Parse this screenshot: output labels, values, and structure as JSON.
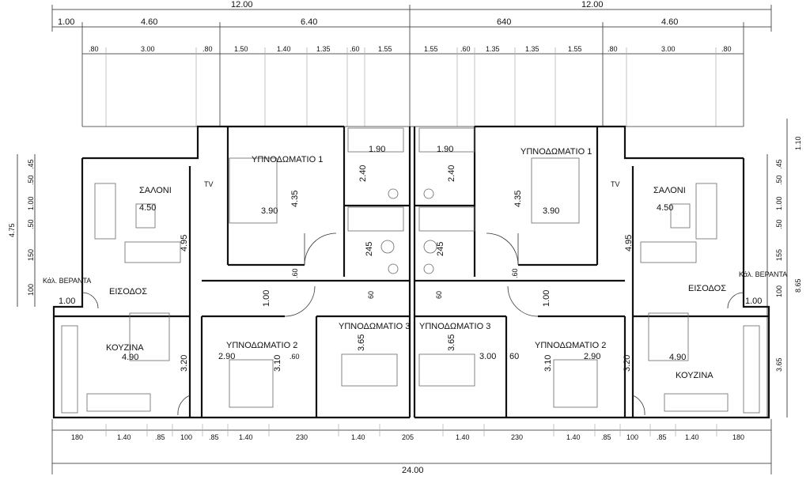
{
  "top_dims": {
    "row1": [
      "12.00",
      "12.00"
    ],
    "row2": [
      "1.00",
      "4.60",
      "6.40",
      "640",
      "4.60"
    ],
    "row3_left": [
      ".80",
      "3.00",
      ".80",
      "1.50",
      "1.40",
      "1.35",
      ".60",
      "1.55"
    ],
    "row3_right": [
      "1.55",
      ".60",
      "1.35",
      "1.35",
      "1.55",
      ".80",
      "3.00",
      ".80"
    ]
  },
  "bottom_dims": {
    "row1": [
      "180",
      "1.40",
      ".85",
      "100",
      ".85",
      "1.40",
      "230",
      "1.40",
      "205",
      "1.40",
      "230",
      "1.40",
      ".85",
      "100",
      ".85",
      "1.40",
      "180"
    ],
    "total": "24.00"
  },
  "left_dims": {
    "outer": "4.75",
    "inner": [
      ".45",
      ".50",
      "1.00",
      ".50",
      "150",
      "100"
    ]
  },
  "right_dims": {
    "outer": "8.65",
    "top": "1.10",
    "inner": [
      ".45",
      ".50",
      "1.00",
      ".50",
      "155",
      "100"
    ],
    "bottom": "3.65"
  },
  "rooms": {
    "living": "ΣΑΛΟΝΙ",
    "bedroom1": "ΥΠΝΟΔΩΜΑΤΙΟ 1",
    "bedroom2": "ΥΠΝΟΔΩΜΑΤΙΟ 2",
    "bedroom3": "ΥΠΝΟΔΩΜΑΤΙΟ 3",
    "entrance": "ΕΙΣΟΔΟΣ",
    "kitchen": "ΚΟΥΖΙΝΑ",
    "veranda_left": "Κάλ. ΒΕΡΑΝΤΑ",
    "veranda_right": "Κάλ. ΒΕΡΑΝΤΑ",
    "tv": "TV"
  },
  "inner_dims": {
    "living_w": "4.50",
    "living_h": "4.95",
    "bed1_w": "3.90",
    "bed1_h": "4.35",
    "bath_w": "1.90",
    "bath_h": "2.40",
    "wc_h": "245",
    "bed2_w": "2.90",
    "bed2_h": "3.10",
    "bed3_h": "3.65",
    "kitchen_w": "4.90",
    "kitchen_h": "3.20",
    "corr_h": "1.00",
    "ver_w": "1.00",
    "small": ".60",
    "small2": "60",
    "door": "60",
    "b3_right": "3.00",
    "b3_right2": "60"
  }
}
